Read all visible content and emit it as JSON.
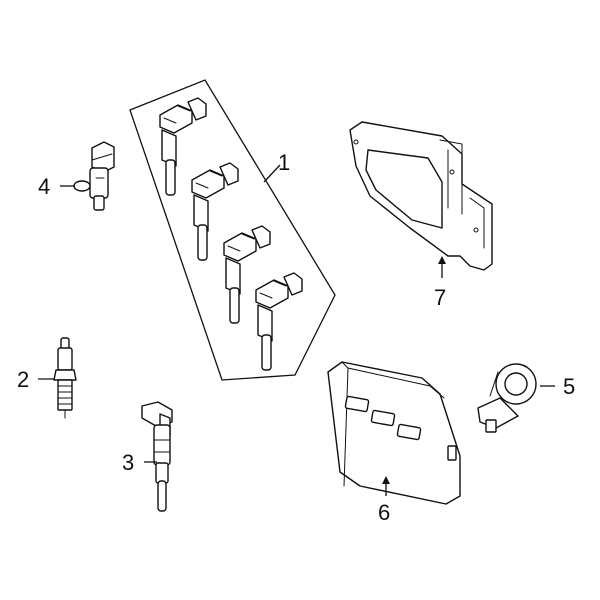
{
  "diagram": {
    "callouts": [
      {
        "id": "ignition-coil-group",
        "label": "1"
      },
      {
        "id": "spark-plug",
        "label": "2"
      },
      {
        "id": "ignition-coil-single",
        "label": "3"
      },
      {
        "id": "sensor",
        "label": "4"
      },
      {
        "id": "knock-sensor",
        "label": "5"
      },
      {
        "id": "control-module",
        "label": "6"
      },
      {
        "id": "mounting-bracket",
        "label": "7"
      }
    ]
  }
}
